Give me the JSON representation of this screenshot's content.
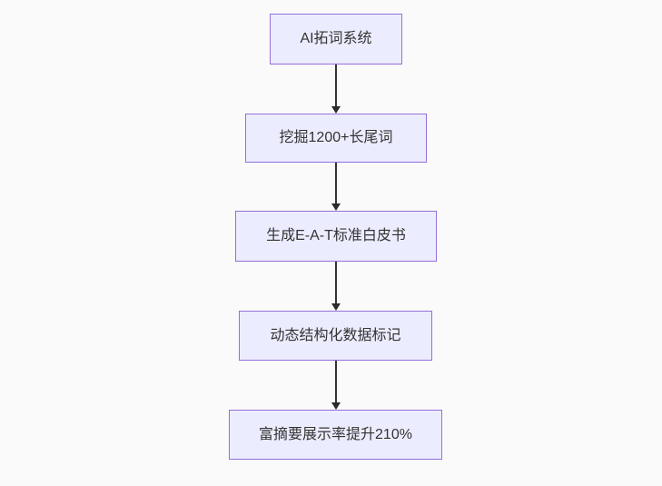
{
  "diagram": {
    "type": "flowchart",
    "direction": "top-down",
    "nodes": [
      {
        "id": "A",
        "label": "AI拓词系统"
      },
      {
        "id": "B",
        "label": "挖掘1200+长尾词"
      },
      {
        "id": "C",
        "label": "生成E-A-T标准白皮书"
      },
      {
        "id": "D",
        "label": "动态结构化数据标记"
      },
      {
        "id": "E",
        "label": "富摘要展示率提升210%"
      }
    ],
    "edges": [
      {
        "from": "A",
        "to": "B",
        "arrow": "down"
      },
      {
        "from": "B",
        "to": "C",
        "arrow": "down"
      },
      {
        "from": "C",
        "to": "D",
        "arrow": "down"
      },
      {
        "from": "D",
        "to": "E",
        "arrow": "down"
      }
    ],
    "colors": {
      "background": "#fafafa",
      "node_fill": "#ececff",
      "node_border": "#9370db",
      "text": "#333333",
      "edge": "#333333"
    }
  }
}
